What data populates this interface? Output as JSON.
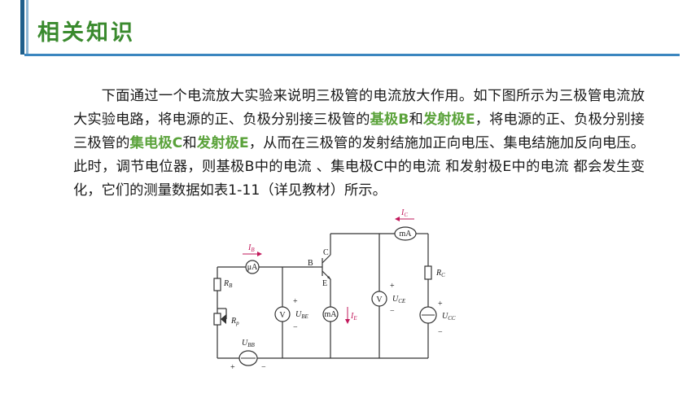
{
  "header": {
    "title": "相关知识"
  },
  "content": {
    "seg1": "下面通过一个电流放大实验来说明三极管的电流放大作用。如下图所示为三极管电流放大实验电路，将电源的正、负极分别接三极管的",
    "hl1": "基极B",
    "seg2": "和",
    "hl2": "发射极E",
    "seg3": "，将电源的正、负极分别接三极管的",
    "hl3": "集电极C",
    "seg4": "和",
    "hl4": "发射极E",
    "seg5": "，从而在三极管的发射结施加正向电压、集电结施加反向电压。此时，调节电位器，则基极B中的电流 、集电极C中的电流 和发射极E中的电流 都会发生变化，它们的测量数据如表1-11（详见教材）所示。"
  },
  "circuit": {
    "meter_ua": "μA",
    "meter_ma_top": "mA",
    "meter_ma_mid": "mA",
    "meter_v_left": "V",
    "meter_v_right": "V",
    "node_b": "B",
    "node_c": "C",
    "node_e": "E",
    "i_b": "I",
    "i_b_sub": "B",
    "i_c": "I",
    "i_c_sub": "C",
    "i_e": "I",
    "i_e_sub": "E",
    "r_b": "R",
    "r_b_sub": "B",
    "r_p": "R",
    "r_p_sub": "p",
    "r_c": "R",
    "r_c_sub": "C",
    "u_bb": "U",
    "u_bb_sub": "BB",
    "u_be": "U",
    "u_be_sub": "BE",
    "u_ce": "U",
    "u_ce_sub": "CE",
    "u_cc": "U",
    "u_cc_sub": "CC",
    "plus": "+",
    "minus": "−"
  },
  "colors": {
    "title": "#3a8a2e",
    "highlight": "#5aa23a",
    "accent_bar": "#1f5f8b",
    "rule": "#3b86bf",
    "current_label": "#c2185b"
  }
}
